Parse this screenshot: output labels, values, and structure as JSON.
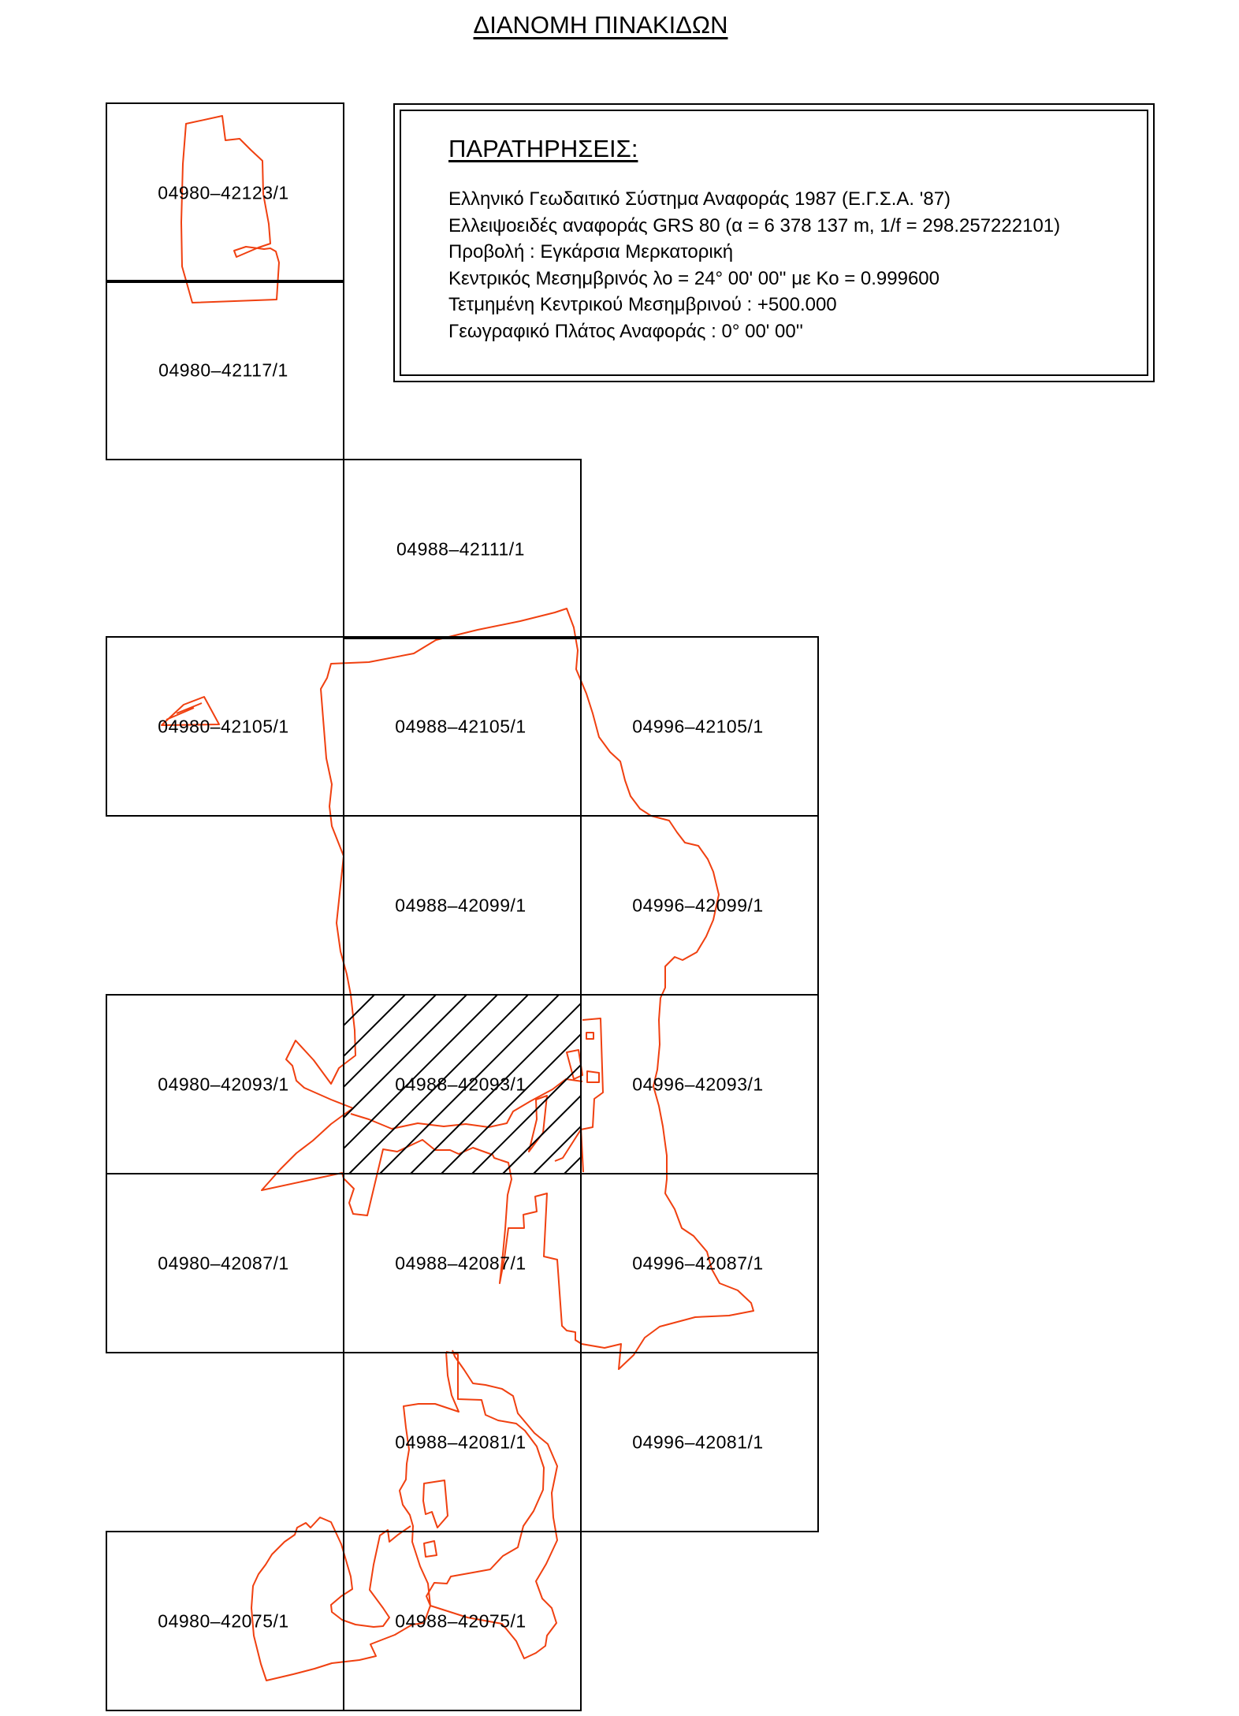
{
  "title": "ΔΙΑΝΟΜΗ ΠΙΝΑΚΙΔΩΝ",
  "notes": {
    "heading": "ΠΑΡΑΤΗΡΗΣΕΙΣ:",
    "lines": [
      "Ελληνικό Γεωδαιτικό Σύστημα Αναφοράς 1987 (Ε.Γ.Σ.Α. '87)",
      "Ελλειψοειδές αναφοράς GRS 80 (α = 6 378 137 m, 1/f = 298.257222101)",
      "Προβολή : Εγκάρσια Μερκατορική",
      "Κεντρικός Μεσημβρινός λο = 24° 00' 00'' με Κο = 0.999600",
      "Τετμημένη Κεντρικού Μεσημβρινού : +500.000",
      "Γεωγραφικό Πλάτος Αναφοράς : 0° 00' 00''"
    ]
  },
  "colors": {
    "boundary": "#f04010",
    "grid": "#000000",
    "highlight_hatch": "#000000"
  },
  "grid_sheets": [
    {
      "label": "04980-42123/1",
      "col": 0,
      "row": 0
    },
    {
      "label": "04980-42117/1",
      "col": 0,
      "row": 1
    },
    {
      "label": "04988-42111/1",
      "col": 1,
      "row": 2
    },
    {
      "label": "04980-42105/1",
      "col": 0,
      "row": 3
    },
    {
      "label": "04988-42105/1",
      "col": 1,
      "row": 3
    },
    {
      "label": "04996-42105/1",
      "col": 2,
      "row": 3
    },
    {
      "label": "04988-42099/1",
      "col": 1,
      "row": 4
    },
    {
      "label": "04996-42099/1",
      "col": 2,
      "row": 4
    },
    {
      "label": "04980-42093/1",
      "col": 0,
      "row": 5
    },
    {
      "label": "04988-42093/1",
      "col": 1,
      "row": 5,
      "highlighted": true
    },
    {
      "label": "04996-42093/1",
      "col": 2,
      "row": 5
    },
    {
      "label": "04980-42087/1",
      "col": 0,
      "row": 6
    },
    {
      "label": "04988-42087/1",
      "col": 1,
      "row": 6
    },
    {
      "label": "04996-42087/1",
      "col": 2,
      "row": 6
    },
    {
      "label": "04988-42081/1",
      "col": 1,
      "row": 7
    },
    {
      "label": "04996-42081/1",
      "col": 2,
      "row": 7
    },
    {
      "label": "04980-42075/1",
      "col": 0,
      "row": 8
    },
    {
      "label": "04988-42075/1",
      "col": 1,
      "row": 8
    }
  ]
}
